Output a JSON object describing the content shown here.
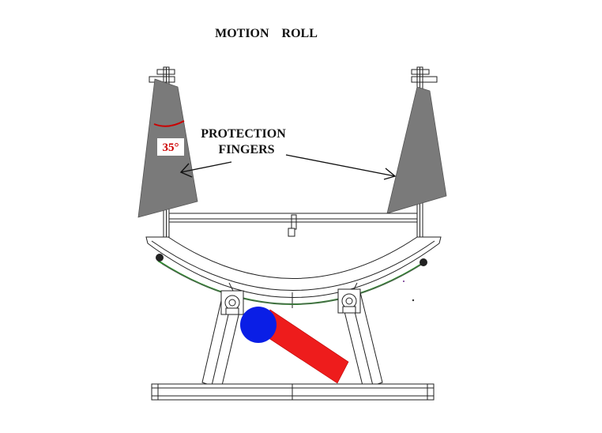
{
  "title": "MOTION    ROLL",
  "annotation": {
    "line1": "PROTECTION",
    "line2": "FINGERS"
  },
  "angle_label": "35°",
  "colors": {
    "fingers": "#7a7a7a",
    "angle_arc": "#cc0000",
    "angle_text": "#cc0000",
    "belt": "#2e8b2e",
    "actuator_ball": "#0a1ee6",
    "actuator_rod": "#ee1c1c",
    "line": "#222222"
  }
}
